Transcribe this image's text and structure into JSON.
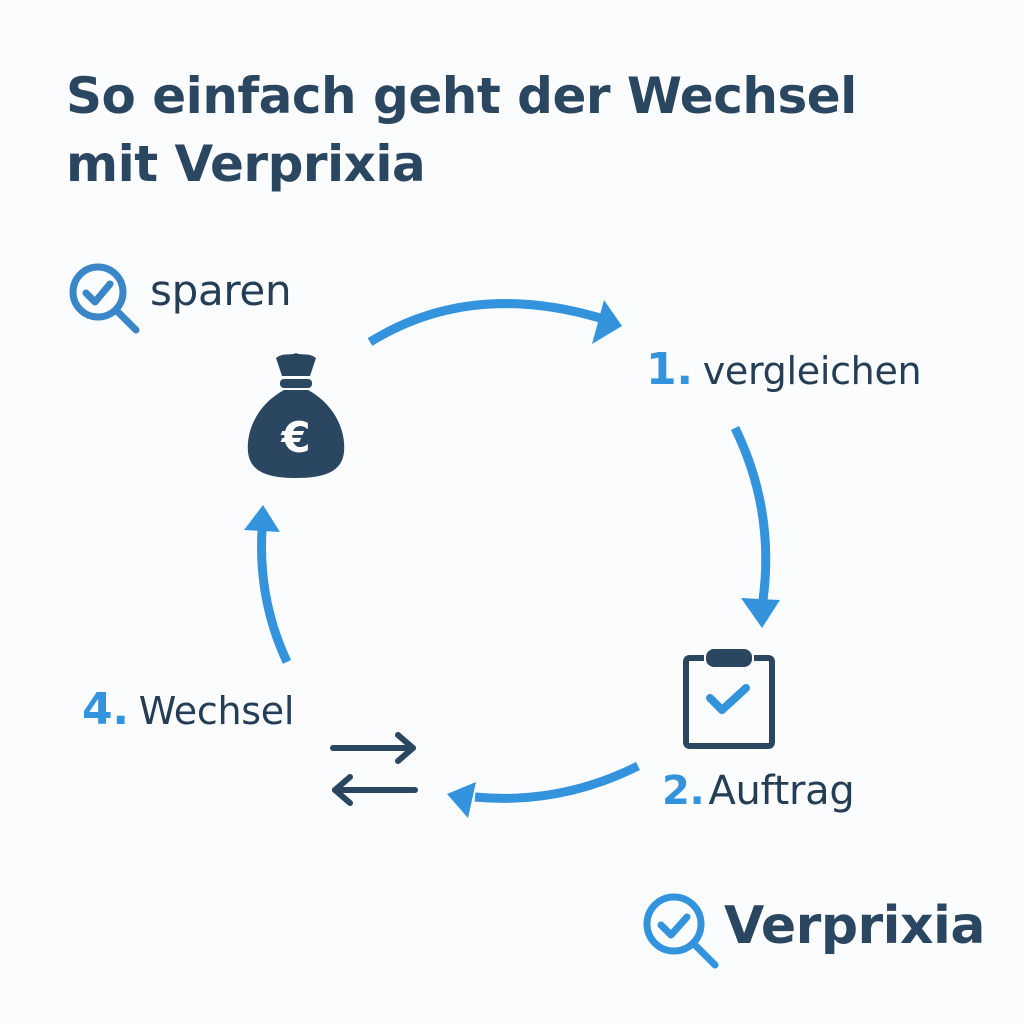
{
  "title": {
    "line1": "So einfach geht der Wechsel",
    "line2": "mit Verprixia"
  },
  "steps": [
    {
      "number": "1.",
      "label": "vergleichen",
      "icon": "none"
    },
    {
      "number": "2.",
      "label": "Auftrag",
      "icon": "clipboard-check-icon"
    },
    {
      "number": "4.",
      "label": "Wechsel",
      "icon": "swap-arrows-icon"
    },
    {
      "number": "",
      "label": "sparen",
      "icon": "money-bag-euro-icon"
    }
  ],
  "money_bag": {
    "symbol": "€"
  },
  "brand": {
    "name": "Verprixia",
    "icon": "magnifier-check-icon"
  },
  "colors": {
    "primary_dark": "#2b4660",
    "accent_blue": "#3493dd",
    "background": "#fbfcfd"
  }
}
